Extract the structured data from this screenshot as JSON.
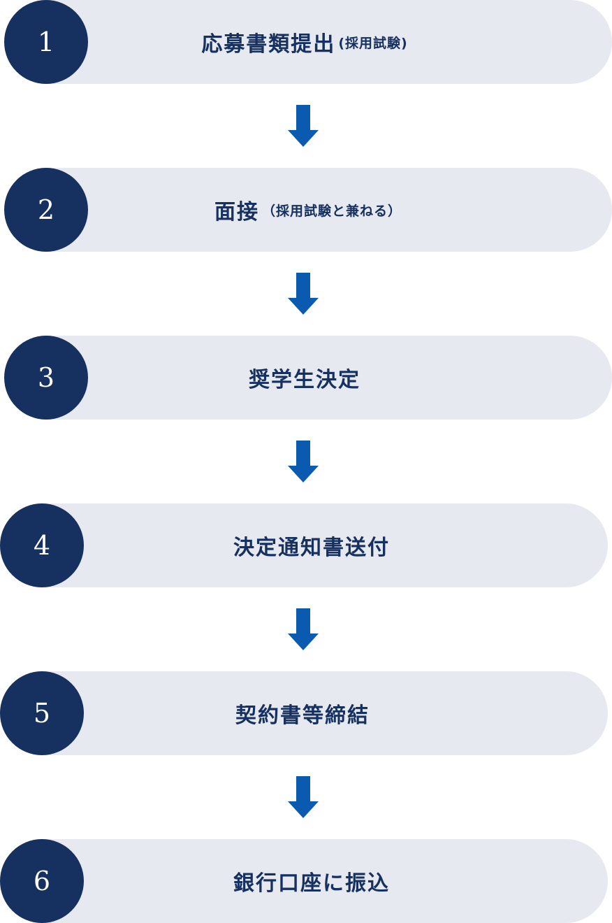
{
  "colors": {
    "circle": "#163060",
    "bar": "#e6e9ef",
    "arrow": "#0a5bb0",
    "label": "#163060"
  },
  "steps": [
    {
      "number": "1",
      "title": "応募書類提出",
      "note": "(採用試験)"
    },
    {
      "number": "2",
      "title": "面接",
      "note": "（採用試験と兼ねる）"
    },
    {
      "number": "3",
      "title": "奨学生決定",
      "note": ""
    },
    {
      "number": "4",
      "title": "決定通知書送付",
      "note": ""
    },
    {
      "number": "5",
      "title": "契約書等締結",
      "note": ""
    },
    {
      "number": "6",
      "title": "銀行口座に振込",
      "note": ""
    }
  ],
  "arrows": [
    {
      "icon": "down-arrow-icon"
    },
    {
      "icon": "down-arrow-icon"
    },
    {
      "icon": "down-arrow-icon"
    },
    {
      "icon": "down-arrow-icon"
    },
    {
      "icon": "down-arrow-icon"
    }
  ]
}
